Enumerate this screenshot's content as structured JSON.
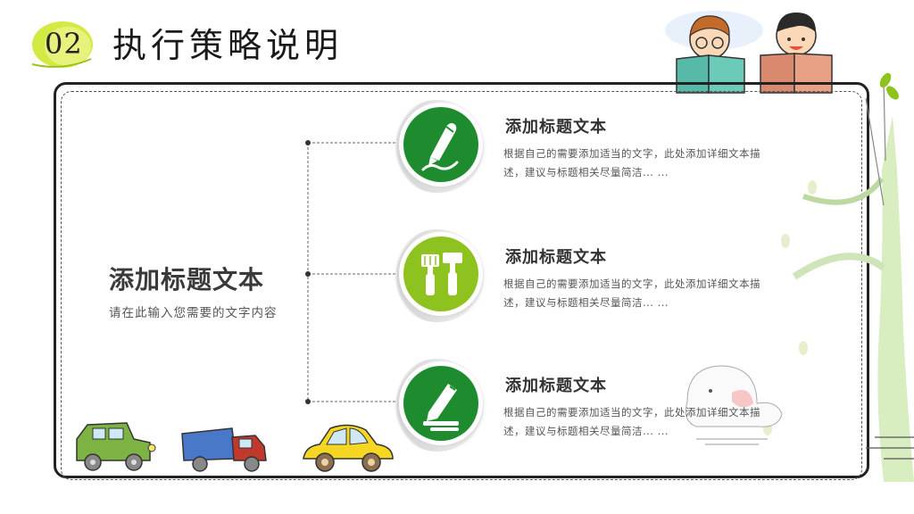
{
  "header": {
    "number": "02",
    "title": "执行策略说明"
  },
  "main": {
    "title": "添加标题文本",
    "subtitle": "请在此输入您需要的文字内容"
  },
  "items": [
    {
      "title": "添加标题文本",
      "desc": "根据自己的需要添加适当的文字，此处添加详细文本描述，建议与标题相关尽量简洁... ...",
      "icon": "pen-icon",
      "color": "#1e8c2e"
    },
    {
      "title": "添加标题文本",
      "desc": "根据自己的需要添加适当的文字，此处添加详细文本描述，建议与标题相关尽量简洁... ...",
      "icon": "paint-brushes-icon",
      "color": "#8dc21f"
    },
    {
      "title": "添加标题文本",
      "desc": "根据自己的需要添加适当的文字，此处添加详细文本描述，建议与标题相关尽量简洁... ...",
      "icon": "pencil-edit-icon",
      "color": "#1e8c2e"
    }
  ],
  "colors": {
    "dark_green": "#1e8c2e",
    "light_green": "#8dc21f",
    "badge_green": "#c8e23a"
  }
}
